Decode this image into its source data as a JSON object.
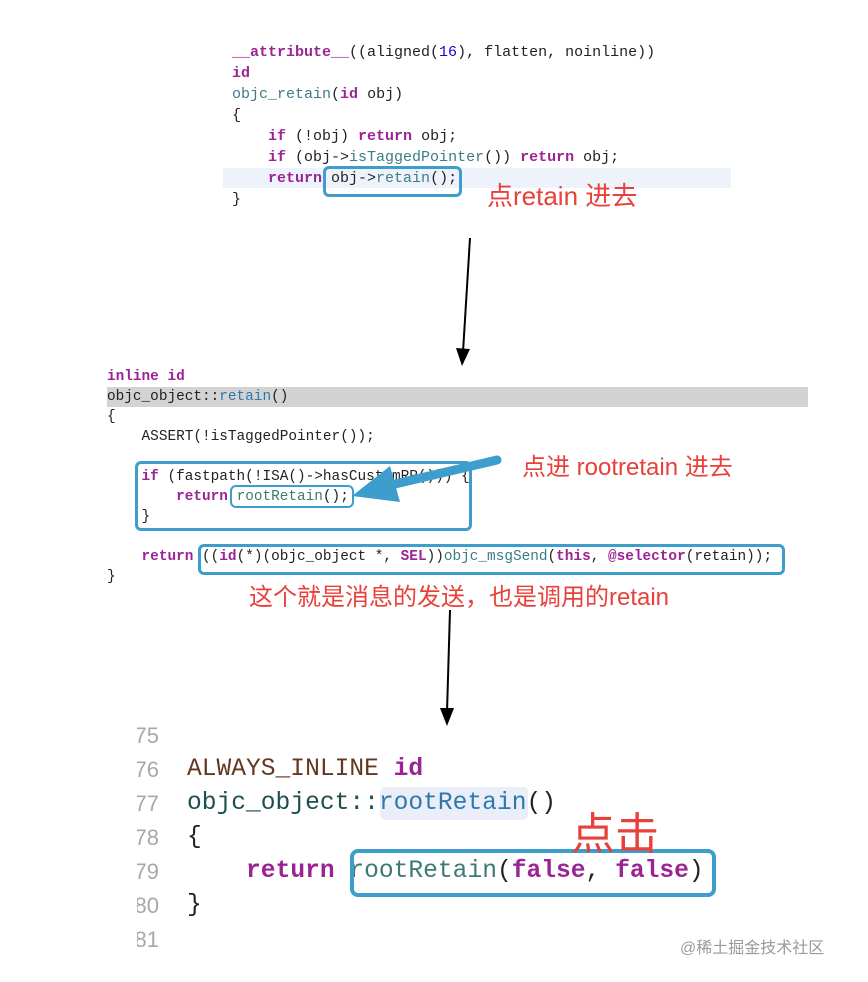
{
  "block1": {
    "lines": [
      [
        [
          "__attribute__",
          "kw"
        ],
        [
          "((aligned(",
          "plain"
        ],
        [
          "16",
          "num"
        ],
        [
          "), flatten, noinline))",
          "plain"
        ]
      ],
      [
        [
          "id",
          "kw"
        ]
      ],
      [
        [
          "objc_retain",
          "fn"
        ],
        [
          "(",
          "plain"
        ],
        [
          "id",
          "kw"
        ],
        [
          " obj)",
          "plain"
        ]
      ],
      [
        [
          "{",
          "plain"
        ]
      ],
      [
        [
          "    ",
          "plain"
        ],
        [
          "if",
          "kw"
        ],
        [
          " (!obj) ",
          "plain"
        ],
        [
          "return",
          "kw"
        ],
        [
          " obj;",
          "plain"
        ]
      ],
      [
        [
          "    ",
          "plain"
        ],
        [
          "if",
          "kw"
        ],
        [
          " (obj->",
          "plain"
        ],
        [
          "isTaggedPointer",
          "fn"
        ],
        [
          "()) ",
          "plain"
        ],
        [
          "return",
          "kw"
        ],
        [
          " obj;",
          "plain"
        ]
      ],
      [
        [
          "    ",
          "plain"
        ],
        [
          "return",
          "kw"
        ],
        [
          " obj->",
          "plain"
        ],
        [
          "retain",
          "fn"
        ],
        [
          "();",
          "plain"
        ]
      ],
      [
        [
          "}",
          "plain"
        ]
      ]
    ],
    "note": "点retain 进去"
  },
  "block2": {
    "lines": [
      [
        [
          "inline",
          "kw"
        ],
        [
          " ",
          "plain"
        ],
        [
          "id",
          "kw"
        ]
      ],
      [
        [
          "objc_object::",
          "plain"
        ],
        [
          "retain",
          "def"
        ],
        [
          "()",
          "plain"
        ]
      ],
      [
        [
          "{",
          "plain"
        ]
      ],
      [
        [
          "    ASSERT(!",
          "plain"
        ],
        [
          "isTaggedPointer",
          "plain"
        ],
        [
          "());",
          "plain"
        ]
      ],
      [
        [
          "",
          "plain"
        ]
      ],
      [
        [
          "    ",
          "plain"
        ],
        [
          "if",
          "kw"
        ],
        [
          " (fastpath(!ISA()->",
          "plain"
        ],
        [
          "hasCustomRR",
          "plain"
        ],
        [
          "())) {",
          "plain"
        ]
      ],
      [
        [
          "        ",
          "plain"
        ],
        [
          "return",
          "kw"
        ],
        [
          " ",
          "plain"
        ],
        [
          "rootRetain",
          "call"
        ],
        [
          "();",
          "plain"
        ]
      ],
      [
        [
          "    }",
          "plain"
        ]
      ],
      [
        [
          "",
          "plain"
        ]
      ],
      [
        [
          "    ",
          "plain"
        ],
        [
          "return",
          "kw"
        ],
        [
          " ((",
          "plain"
        ],
        [
          "id",
          "kw"
        ],
        [
          "(*)(objc_object *, ",
          "plain"
        ],
        [
          "SEL",
          "kw"
        ],
        [
          "))",
          "plain"
        ],
        [
          "objc_msgSend",
          "fn"
        ],
        [
          "(",
          "plain"
        ],
        [
          "this",
          "kw"
        ],
        [
          ", ",
          "plain"
        ],
        [
          "@selector",
          "kw"
        ],
        [
          "(retain));",
          "plain"
        ]
      ],
      [
        [
          "}",
          "plain"
        ]
      ]
    ],
    "note1": "点进 rootretain 进去",
    "note2": "这个就是消息的发送，也是调用的retain"
  },
  "block3": {
    "line_numbers": [
      "75",
      "76",
      "77",
      "78",
      "79",
      "80",
      "81"
    ],
    "lines": [
      [
        [
          "",
          "plain"
        ]
      ],
      [
        [
          "ALWAYS_INLINE",
          "macro"
        ],
        [
          " ",
          "plain"
        ],
        [
          "id",
          "kw"
        ]
      ],
      [
        [
          "objc_object::",
          "type"
        ],
        [
          "rootRetain",
          "def"
        ],
        [
          "()",
          "plain"
        ]
      ],
      [
        [
          "{",
          "plain"
        ]
      ],
      [
        [
          "    ",
          "plain"
        ],
        [
          "return",
          "kw"
        ],
        [
          " ",
          "plain"
        ],
        [
          "rootRetain",
          "call"
        ],
        [
          "(",
          "plain"
        ],
        [
          "false",
          "kw"
        ],
        [
          ", ",
          "plain"
        ],
        [
          "false",
          "kw"
        ],
        [
          ")",
          "plain"
        ]
      ],
      [
        [
          "}",
          "plain"
        ]
      ],
      [
        [
          "",
          "plain"
        ]
      ]
    ],
    "note": "点击"
  },
  "watermark": "@稀土掘金技术社区"
}
